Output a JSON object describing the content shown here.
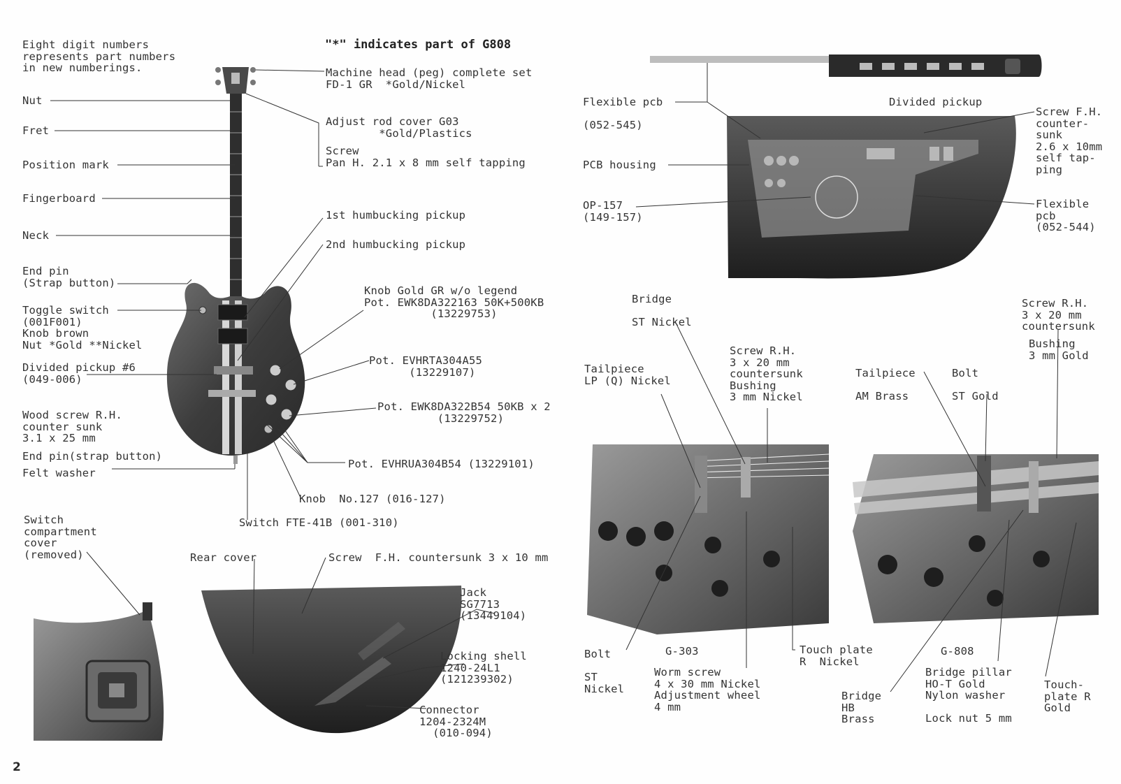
{
  "page_number": "2",
  "left": {
    "intro": "Eight digit numbers\nrepresents part numbers\nin new numberings.",
    "heading": "\"*\" indicates part of G808",
    "labels": {
      "machine_head": "Machine head (peg) complete set\nFD-1 GR  *Gold/Nickel",
      "adjust_rod": "Adjust rod cover G03\n        *Gold/Plastics",
      "screw_pan": "Screw\nPan H. 2.1 x 8 mm self tapping",
      "nut": "Nut",
      "fret": "Fret",
      "position_mark": "Position mark",
      "fingerboard": "Fingerboard",
      "neck": "Neck",
      "end_pin_top": "End pin\n(Strap button)",
      "first_pickup": "1st humbucking pickup",
      "second_pickup": "2nd humbucking pickup",
      "knob_gold": "Knob Gold GR w/o legend\nPot. EWK8DA322163 50K+500KB\n          (13229753)",
      "toggle_switch": "Toggle switch\n(001F001)\nKnob brown\nNut *Gold **Nickel",
      "pot_evhrta": "Pot. EVHRTA304A55\n      (13229107)",
      "divided_pickup_6": "Divided pickup #6\n(049-006)",
      "pot_ewk8da": "Pot. EWK8DA322B54 50KB x 2\n         (13229752)",
      "wood_screw": "Wood screw R.H.\ncounter sunk\n3.1 x 25 mm",
      "end_pin_bottom": "End pin(strap button)",
      "felt_washer": "Felt washer",
      "pot_evhrua": "Pot. EVHRUA304B54 (13229101)",
      "knob_127": "Knob  No.127 (016-127)",
      "switch_fte": "Switch FTE-41B (001-310)",
      "switch_compartment": "Switch\ncompartment\ncover\n(removed)",
      "rear_cover": "Rear cover",
      "screw_fh": "Screw  F.H. countersunk 3 x 10 mm",
      "jack": "Jack\nSG7713\n(13449104)",
      "locking_shell": "Locking shell\n1240-24L1\n(121239302)",
      "connector": "Connector\n1204-2324M\n  (010-094)"
    }
  },
  "right": {
    "labels": {
      "flexible_pcb_1": "Flexible pcb\n\n(052-545)",
      "divided_pickup": "Divided pickup",
      "screw_fh_right": "Screw F.H.\ncounter-\nsunk\n2.6 x 10mm\nself tap-\nping",
      "pcb_housing": "PCB housing",
      "op157": "OP-157\n(149-157)",
      "flexible_pcb_2": "Flexible\npcb\n(052-544)",
      "bridge_st": "Bridge\n\nST Nickel",
      "screw_rh_right": "Screw R.H.\n3 x 20 mm\ncountersunk",
      "bushing_gold": "Bushing\n3 mm Gold",
      "screw_rh_mid": "Screw R.H.\n3 x 20 mm\ncountersunk\nBushing\n3 mm Nickel",
      "tailpiece_lp": "Tailpiece\nLP (Q) Nickel",
      "tailpiece_am": "Tailpiece\n\nAM Brass",
      "bolt_st_gold": "Bolt\n\nST Gold",
      "bolt_st_nickel": "Bolt\n\nST\nNickel",
      "g303": "G-303",
      "worm_screw": "Worm screw\n4 x 30 mm Nickel\nAdjustment wheel\n4 mm",
      "touch_plate_r": "Touch plate\nR  Nickel",
      "g808": "G-808",
      "bridge_hb": "Bridge\nHB\nBrass",
      "bridge_pillar": "Bridge pillar\nHO-T Gold\nNylon washer\n\nLock nut 5 mm",
      "touch_plate_gold": "Touch-\nplate R\nGold"
    }
  }
}
